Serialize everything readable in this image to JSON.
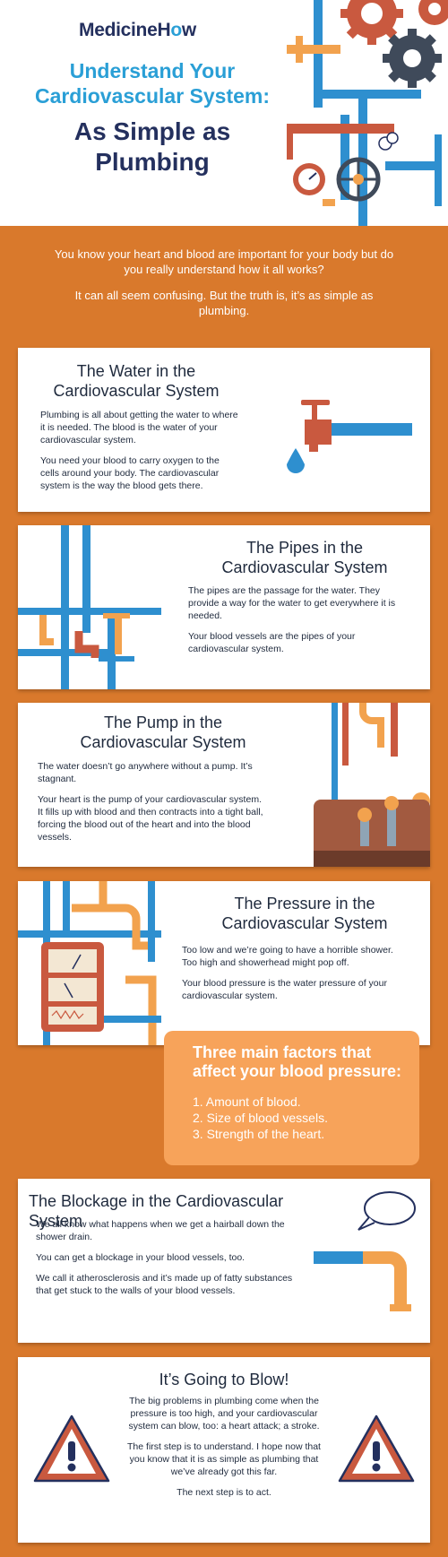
{
  "header": {
    "logo_pre": "Medicine",
    "logo_o": "o",
    "logo_post": "H",
    "logo_post2": "w",
    "title_line1": "Understand Your",
    "title_line2": "Cardiovascular System:",
    "subtitle_line1": "As Simple as",
    "subtitle_line2": "Plumbing"
  },
  "intro": {
    "p1": "You know your heart and blood are important for your body but do you really understand how it all works?",
    "p2": "It can all seem confusing. But the truth is, it’s as simple as plumbing."
  },
  "sections": {
    "water": {
      "title_l1": "The Water in the",
      "title_l2": "Cardiovascular System",
      "p1": "Plumbing is all about getting the water to where it is needed. The blood is the water of your cardiovascular system.",
      "p2": "You need your blood to carry oxygen to the cells around your body. The cardiovascular system is the way the blood gets there."
    },
    "pipes": {
      "title_l1": "The Pipes in the",
      "title_l2": "Cardiovascular System",
      "p1": "The pipes are the passage for the water. They provide a way for the water to get everywhere it is needed.",
      "p2": "Your blood vessels are the pipes of your cardiovascular system."
    },
    "pump": {
      "title_l1": "The Pump in the",
      "title_l2": "Cardiovascular System",
      "p1": "The water doesn’t go anywhere without a pump. It’s stagnant.",
      "p2": "Your heart is the pump of your cardiovascular system. It fills up with blood and then contracts into a tight ball, forcing the blood out of the heart and into the blood vessels."
    },
    "pressure": {
      "title_l1": "The Pressure in the",
      "title_l2": "Cardiovascular System",
      "p1": "Too low and we’re going to have a horrible shower. Too high and showerhead might pop off.",
      "p2": "Your blood pressure is the water pressure of your cardiovascular system."
    },
    "factors": {
      "title": "Three main factors that affect your blood pressure:",
      "items": [
        "1. Amount of blood.",
        "2. Size of blood vessels.",
        "3. Strength of the heart."
      ]
    },
    "blockage": {
      "title": "The Blockage in the Cardiovascular System",
      "p1": "We all know what happens when we get a hairball down the shower drain.",
      "p2": "You can get a blockage in your blood vessels, too.",
      "p3": "We call it atherosclerosis and it’s made up of fatty substances that get stuck to the walls of your blood vessels."
    },
    "blow": {
      "title": "It’s Going to Blow!",
      "p1": "The big problems in plumbing come when the pressure is too high, and your cardiovascular system can blow, too: a heart attack; a stroke.",
      "p2": "The first step is to understand. I hope now that you know that it is as simple as plumbing that we’ve already got this far.",
      "p3": "The next step is to act."
    }
  },
  "colors": {
    "orange_bg": "#d9792c",
    "navy": "#24305e",
    "blue": "#2a9fd6",
    "pipe_blue": "#2e8fcf",
    "pipe_orange": "#f2a24e",
    "rust": "#b5553b",
    "light_orange": "#f7a35a"
  },
  "icons": [
    "gears-pipes-icon",
    "faucet-icon",
    "pipes-icon",
    "pump-icon",
    "pressure-gauge-icon",
    "bent-pipe-icon",
    "warning-icon"
  ]
}
